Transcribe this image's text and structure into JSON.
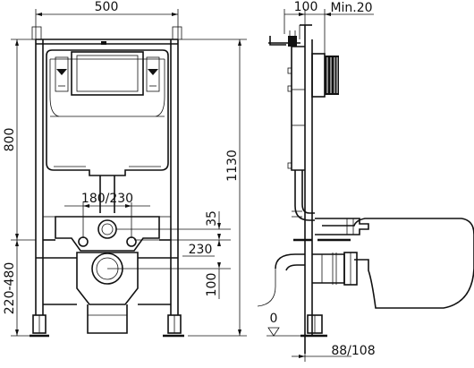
{
  "dimensions": {
    "frame_width": "500",
    "frame_height": "800",
    "total_height": "1130",
    "bolt_spacing": "180/230",
    "flush_pipe_offset": "35",
    "drain_height": "230",
    "drain_offset": "100",
    "floor_range": "220-480",
    "wall_depth": "100",
    "min_gap": "Min.20",
    "floor_level": "0",
    "foot_depth": "88/108"
  }
}
